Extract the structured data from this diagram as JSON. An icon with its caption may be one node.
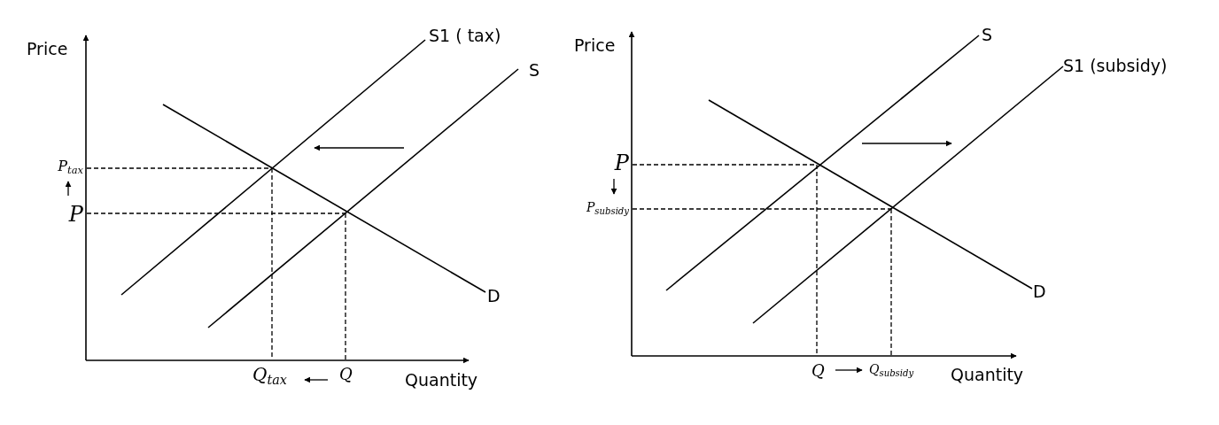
{
  "diagram": {
    "labels": [
      "Price",
      "S1 ( tax)",
      "S",
      "P$_{tax}$",
      "P",
      "D",
      "Q$_{tax}$",
      "Q",
      "Quantity",
      "Price",
      "S",
      "S1 (subsidy)",
      "P",
      "P$_{subsidy}$",
      "D",
      "Q",
      "Q$_{subsidy}$",
      "Quantity"
    ]
  }
}
